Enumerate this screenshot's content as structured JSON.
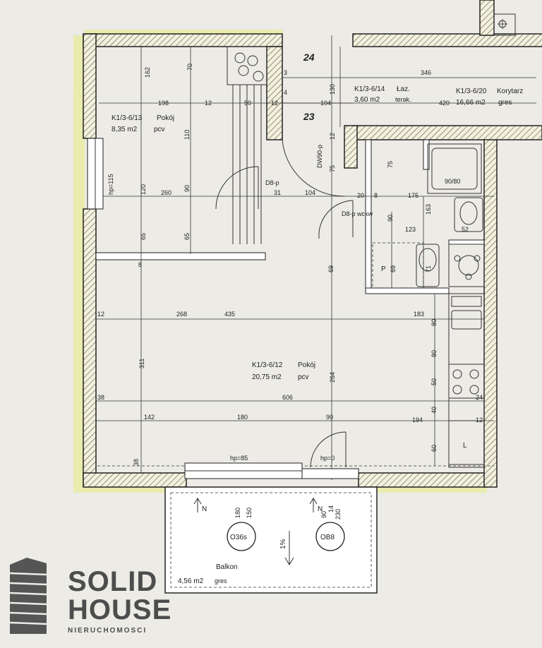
{
  "rooms": {
    "room_small": {
      "code": "K1/3-6/13",
      "name": "Pokój",
      "area": "8,35 m2",
      "floor": "pcv"
    },
    "bathroom": {
      "code": "K1/3-6/14",
      "name": "Łaz.",
      "area": "3,60 m2",
      "floor": "terak."
    },
    "corridor": {
      "code": "K1/3-6/20",
      "name": "Korytarz",
      "area": "16,66 m2",
      "floor": "gres"
    },
    "room_main": {
      "code": "K1/3-6/12",
      "name": "Pokój",
      "area": "20,75 m2",
      "floor": "pcv"
    },
    "balcony": {
      "name": "Balkon",
      "area": "4,56 m2",
      "floor": "gres"
    }
  },
  "labels": {
    "stair_upper": "24",
    "stair_lower": "23",
    "door_d8p": "D8-p",
    "door_d8p_wckw": "D8-p wckw",
    "door_dw90": "DW90-p",
    "window_hp115": "hp=115",
    "window_hp85": "hp=85",
    "window_hp0": "hp=0",
    "shaft_o36s": "O36s",
    "shaft_ob8": "OB8",
    "slope": "1%",
    "bath_p": "P",
    "bath_tub": "90/80",
    "kitchen_l": "L",
    "north_1": "N",
    "north_2": "N"
  },
  "dimensions": {
    "d162": "162",
    "d70": "70",
    "d198": "198",
    "d12a": "12",
    "d50": "50",
    "d12b": "12",
    "d110": "110",
    "d120": "120",
    "d90a": "90",
    "d260": "260",
    "d31": "31",
    "d104a": "104",
    "d65a": "65",
    "d65b": "65",
    "d8": "8",
    "d346": "346",
    "d130": "130",
    "d104b": "104",
    "d420": "420",
    "d12c": "12",
    "d4": "4",
    "d75a": "75",
    "d75b": "75",
    "d175": "175",
    "d163": "163",
    "d20": "20",
    "d8b": "8",
    "d90b": "90",
    "d123": "123",
    "d52": "52",
    "d69a": "69",
    "d69b": "69",
    "d71": "71",
    "d268": "268",
    "d435": "435",
    "d183": "183",
    "d12d": "12",
    "d311": "311",
    "d264": "264",
    "d80a": "80",
    "d80b": "80",
    "d50b": "50",
    "d38a": "38",
    "d606": "606",
    "d40": "40",
    "d24": "24",
    "d142": "142",
    "d180": "180",
    "d90c": "90",
    "d194": "194",
    "d12e": "12",
    "d60": "60",
    "d38b": "38",
    "d180b": "180",
    "d150": "150",
    "d90d": "90",
    "d230": "230",
    "d14": "14",
    "d3": "3"
  },
  "logo": {
    "line1": "SOLID",
    "line2": "HOUSE",
    "line3": "NIERUCHOMOSCI"
  },
  "colors": {
    "paper": "#ecebe6",
    "wall_highlight": "#e8eca0",
    "logo_gray": "#4d4d4d"
  }
}
